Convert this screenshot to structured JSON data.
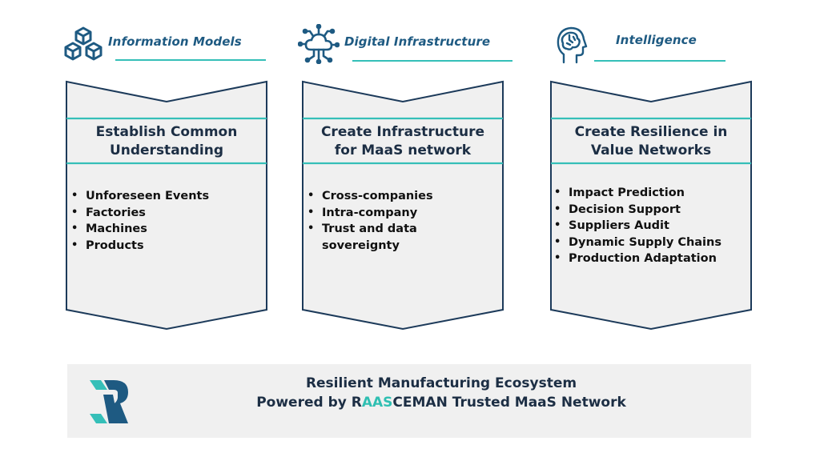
{
  "colors": {
    "navy": "#1c3a5a",
    "heading_text": "#1c2e44",
    "teal": "#35bfb8",
    "panel_fill": "#f0f0f0",
    "icon_blue": "#1e5a82"
  },
  "columns": [
    {
      "icon": "cubes-icon",
      "category": "Information Models",
      "heading": "Establish Common Understanding",
      "items": [
        "Unforeseen Events",
        "Factories",
        "Machines",
        "Products"
      ]
    },
    {
      "icon": "cloud-network-icon",
      "category": "Digital Infrastructure",
      "heading": "Create Infrastructure for MaaS network",
      "items": [
        "Cross-companies",
        "Intra-company",
        "Trust and data sovereignty"
      ]
    },
    {
      "icon": "brain-head-icon",
      "category": "Intelligence",
      "heading": "Create Resilience in Value Networks",
      "items": [
        "Impact Prediction",
        "Decision Support",
        "Suppliers Audit",
        "Dynamic Supply Chains",
        "Production Adaptation"
      ]
    }
  ],
  "footer": {
    "logo": "raasceman-r-logo",
    "line1": "Resilient Manufacturing Ecosystem",
    "line2_prefix": "Powered by R",
    "line2_accent": "AAS",
    "line2_suffix": "CEMAN Trusted MaaS Network"
  }
}
